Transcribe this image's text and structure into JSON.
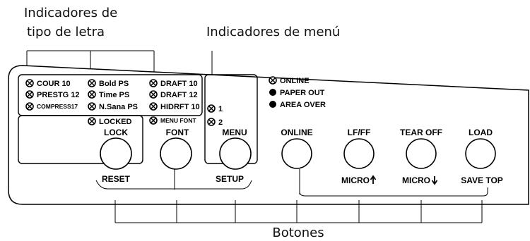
{
  "callouts": {
    "font_indicators_line1": "Indicadores de",
    "font_indicators_line2": "tipo de letra",
    "menu_indicators": "Indicadores de menú",
    "buttons": "Botones"
  },
  "font_indicators": [
    [
      "COUR 10",
      "Bold PS",
      "DRAFT 10"
    ],
    [
      "PRESTG 12",
      "Time PS",
      "DRAFT 12"
    ],
    [
      "COMPRESS17",
      "N.Sana PS",
      "HIDRFT 10"
    ]
  ],
  "locked_indicator": "LOCKED",
  "menu_font_indicator": "MENU FONT",
  "menu_indicators": [
    "1",
    "2"
  ],
  "status_indicators": [
    {
      "label": "ONLINE",
      "state": "hatched"
    },
    {
      "label": "PAPER OUT",
      "state": "solid"
    },
    {
      "label": "AREA OVER",
      "state": "solid"
    }
  ],
  "buttons": {
    "lock": {
      "top": "LOCK",
      "bottom": "RESET"
    },
    "font": {
      "top": "FONT",
      "bottom": ""
    },
    "menu": {
      "top": "MENU",
      "bottom": "SETUP"
    },
    "online": {
      "top": "ONLINE",
      "bottom": ""
    },
    "lfff": {
      "top": "LF/FF",
      "bottom": "MICRO"
    },
    "tearoff": {
      "top": "TEAR OFF",
      "bottom": "MICRO"
    },
    "load": {
      "top": "LOAD",
      "bottom": "SAVE TOP"
    }
  },
  "icons": {
    "indicator_hatched": "hatched-led-icon",
    "indicator_solid": "solid-led-icon",
    "arrow_up": "arrow-up-icon",
    "arrow_down": "arrow-down-icon"
  }
}
